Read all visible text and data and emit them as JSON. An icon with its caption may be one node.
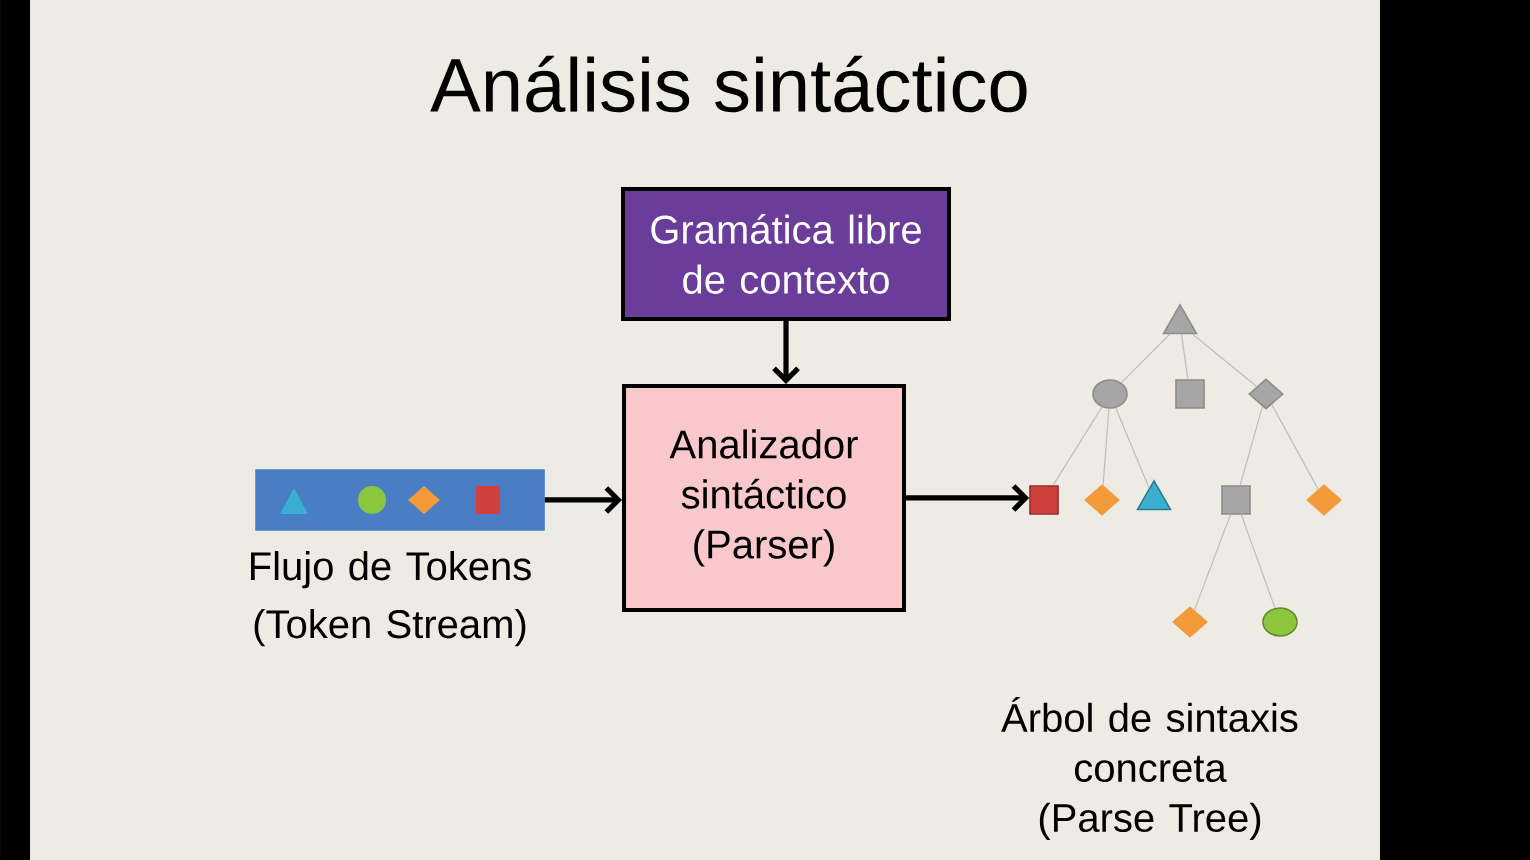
{
  "diagram": {
    "title": "Análisis sintáctico",
    "nodes": [
      {
        "text": [
          "Gramática libre de contexto"
        ]
      },
      {
        "text": [],
        "shape": "bar",
        "beside": [
          "Flujo de Tokens (Token Stream)"
        ]
      },
      {
        "text": [
          "Analizador sintáctico (Parser)"
        ]
      },
      {
        "text": [],
        "shape": "triangle"
      },
      {
        "text": [],
        "shape": "circle"
      },
      {
        "text": [],
        "shape": "box"
      },
      {
        "text": [],
        "shape": "diamond"
      },
      {
        "text": [],
        "shape": "box"
      },
      {
        "text": [],
        "shape": "diamond"
      },
      {
        "text": [],
        "shape": "triangle"
      },
      {
        "text": [],
        "shape": "box"
      },
      {
        "text": [],
        "shape": "diamond"
      },
      {
        "text": [],
        "shape": "diamond"
      },
      {
        "text": [],
        "shape": "circle"
      }
    ],
    "edges": [
      {
        "from": 0,
        "to": 2,
        "arrow": "to",
        "style": "thick",
        "color": "#000000"
      },
      {
        "from": 1,
        "to": 2,
        "arrow": "to",
        "style": "thick",
        "color": "#000000"
      },
      {
        "from": 2,
        "to": 7,
        "arrow": "to",
        "style": "thick",
        "color": "#000000"
      },
      {
        "from": 3,
        "to": 4,
        "arrow": "none"
      },
      {
        "from": 3,
        "to": 5,
        "arrow": "none"
      },
      {
        "from": 3,
        "to": 6,
        "arrow": "none"
      },
      {
        "from": 4,
        "to": 7,
        "arrow": "none"
      },
      {
        "from": 4,
        "to": 8,
        "arrow": "none"
      },
      {
        "from": 4,
        "to": 9,
        "arrow": "none"
      },
      {
        "from": 6,
        "to": 10,
        "arrow": "none"
      },
      {
        "from": 6,
        "to": 11,
        "arrow": "none"
      },
      {
        "from": 10,
        "to": 12,
        "arrow": "none"
      },
      {
        "from": 10,
        "to": 13,
        "arrow": "none"
      }
    ],
    "labels": [
      "Árbol de sintaxis concreta (Parse Tree)"
    ]
  }
}
